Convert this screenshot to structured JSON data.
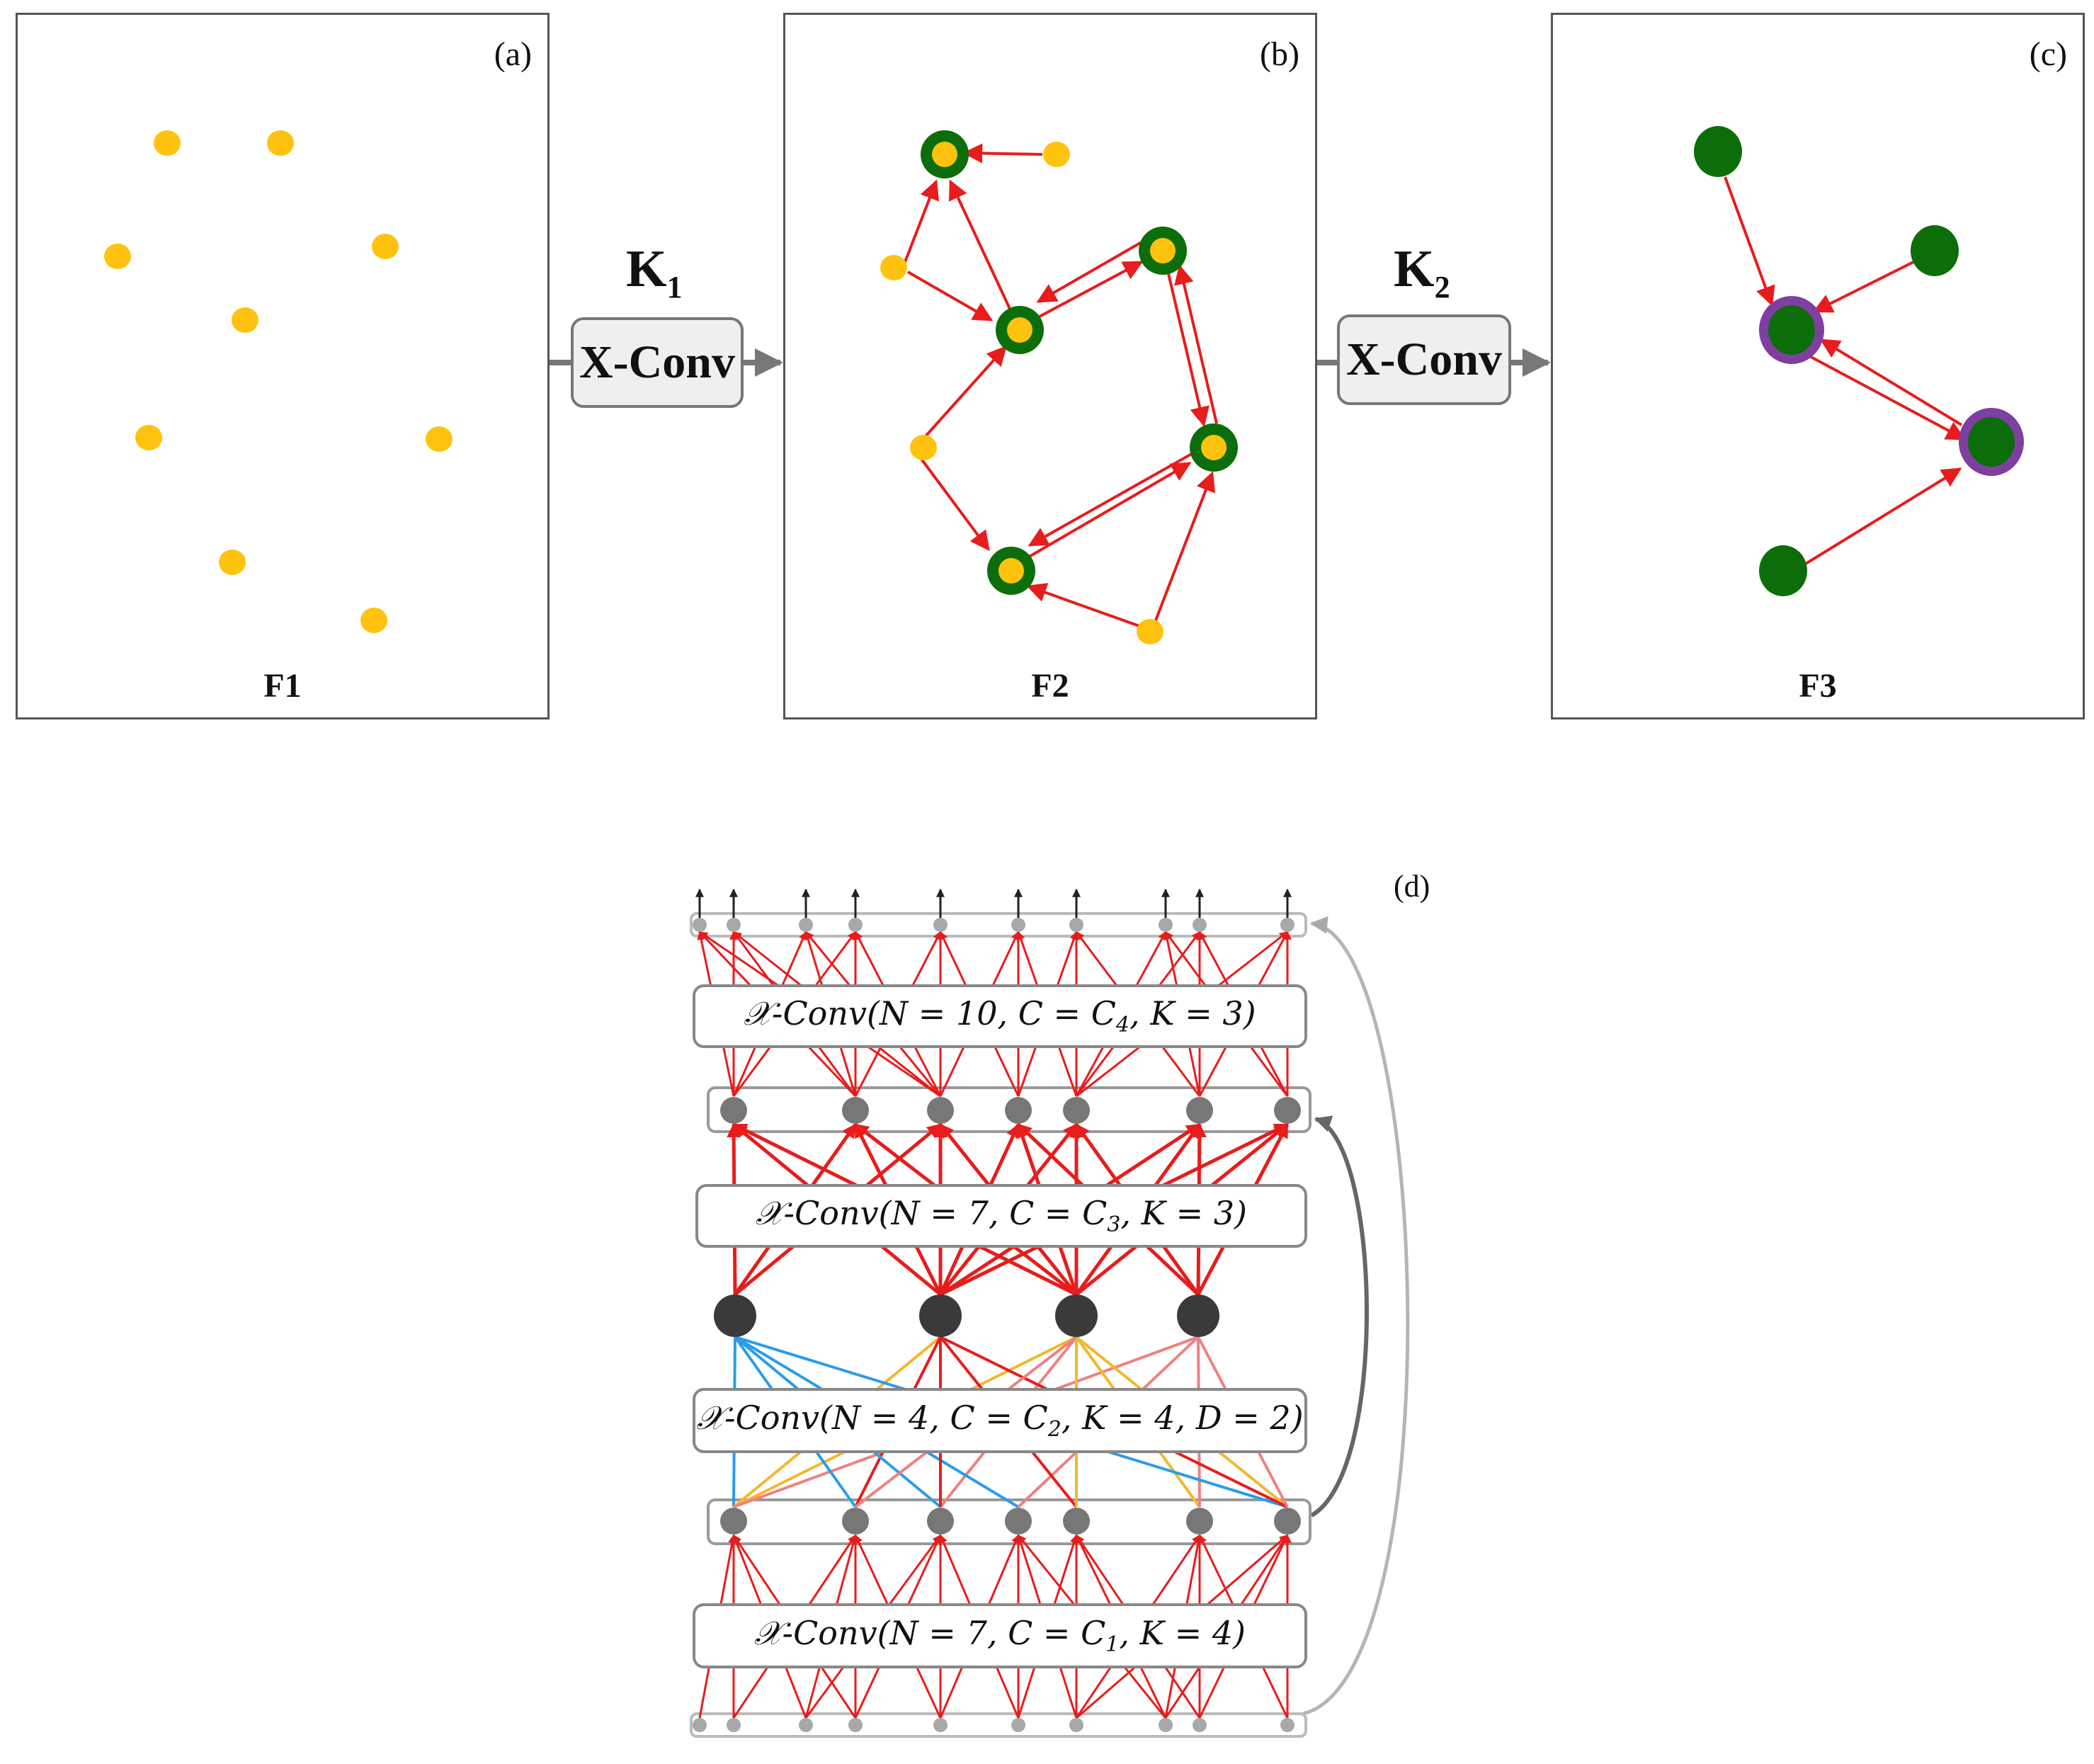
{
  "panels": [
    {
      "tag": "(a)",
      "caption": "F1"
    },
    {
      "tag": "(b)",
      "caption": "F2"
    },
    {
      "tag": "(c)",
      "caption": "F3"
    }
  ],
  "operators": [
    {
      "kernel": "K",
      "kernel_sub": "1",
      "label": "X-Conv"
    },
    {
      "kernel": "K",
      "kernel_sub": "2",
      "label": "X-Conv"
    }
  ],
  "network": {
    "tag": "(d)",
    "layers": [
      {
        "pre": "𝒳-Conv(N = 10, C = C",
        "sub": "4",
        "post": ", K = 3)"
      },
      {
        "pre": "𝒳-Conv(N = 7, C = C",
        "sub": "3",
        "post": ", K = 3)"
      },
      {
        "pre": "𝒳-Conv(N = 4, C = C",
        "sub": "2",
        "post": ", K = 4, D = 2)"
      },
      {
        "pre": "𝒳-Conv(N = 7, C = C",
        "sub": "1",
        "post": ", K = 4)"
      }
    ]
  },
  "colors": {
    "yellow_point": "#FFC20E",
    "green_point": "#0B6E0B",
    "purple_ring": "#7E3FA0",
    "red_arrow": "#E81C1C",
    "light_red": "#F08080",
    "blue_edge": "#2A9DE8",
    "gold_edge": "#F2B82A",
    "dark_node": "#3A3A3A",
    "grey_node": "#777777"
  }
}
